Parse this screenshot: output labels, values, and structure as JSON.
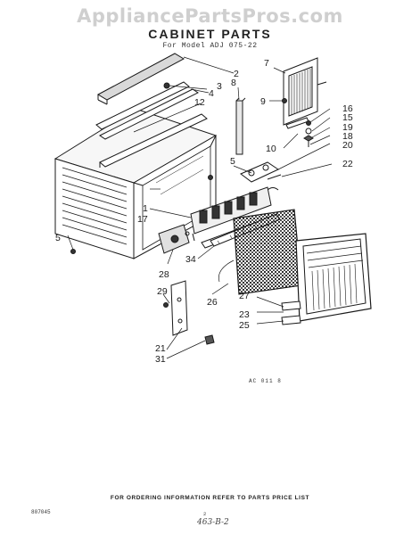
{
  "watermark": "AppliancePartsPros.com",
  "title": "CABINET PARTS",
  "subtitle": "For Model ADJ 075-22",
  "drawing_code": "AC 011 8",
  "footer": "FOR ORDERING INFORMATION REFER TO PARTS PRICE LIST",
  "left_code": "807045",
  "page_no": "2",
  "handnote": "463-B-2",
  "callouts": [
    "7",
    "2",
    "8",
    "3",
    "4",
    "12",
    "9",
    "16",
    "15",
    "19",
    "18",
    "10",
    "20",
    "5",
    "22",
    "1",
    "17",
    "5",
    "34",
    "28",
    "26",
    "27",
    "29",
    "23",
    "25",
    "21",
    "31"
  ],
  "colors": {
    "ink": "#1a1a1a",
    "watermark": "#cfcfcf"
  }
}
